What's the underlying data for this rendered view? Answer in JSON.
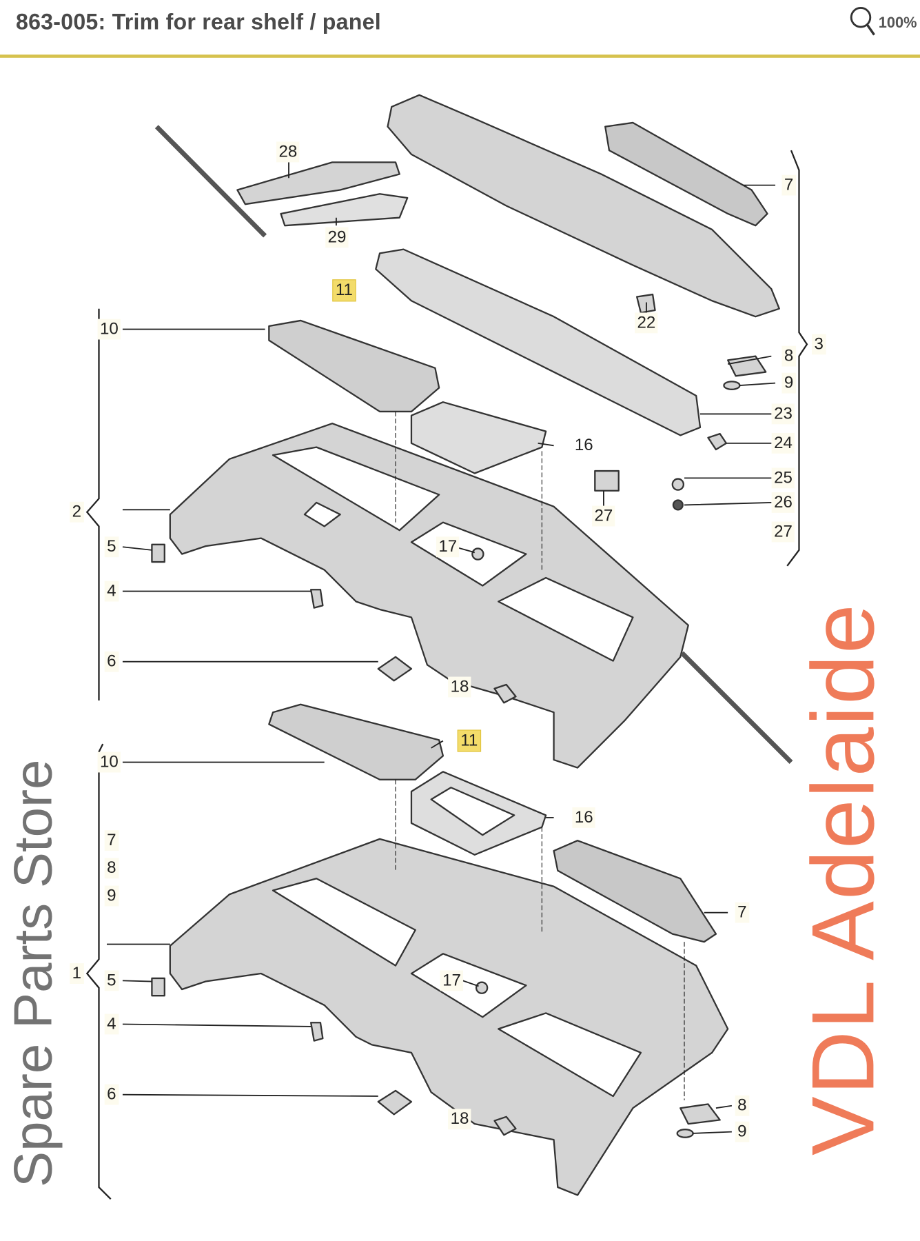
{
  "header": {
    "title": "863-005: Trim for rear shelf / panel",
    "zoom_label": "100%"
  },
  "watermark": {
    "line1": "VDL Adelaide",
    "line2": "Spare Parts Store"
  },
  "callouts": [
    "28",
    "29",
    "11",
    "10",
    "22",
    "7",
    "3",
    "8",
    "9",
    "23",
    "24",
    "16",
    "25",
    "26",
    "27",
    "27",
    "2",
    "5",
    "17",
    "4",
    "6",
    "18",
    "11",
    "10",
    "16",
    "7",
    "8",
    "9",
    "7",
    "1",
    "5",
    "17",
    "4",
    "6",
    "18",
    "8",
    "9"
  ],
  "colors": {
    "accent": "#d6c24e",
    "highlight": "#f3dc6a",
    "watermark": "#ec643c"
  }
}
